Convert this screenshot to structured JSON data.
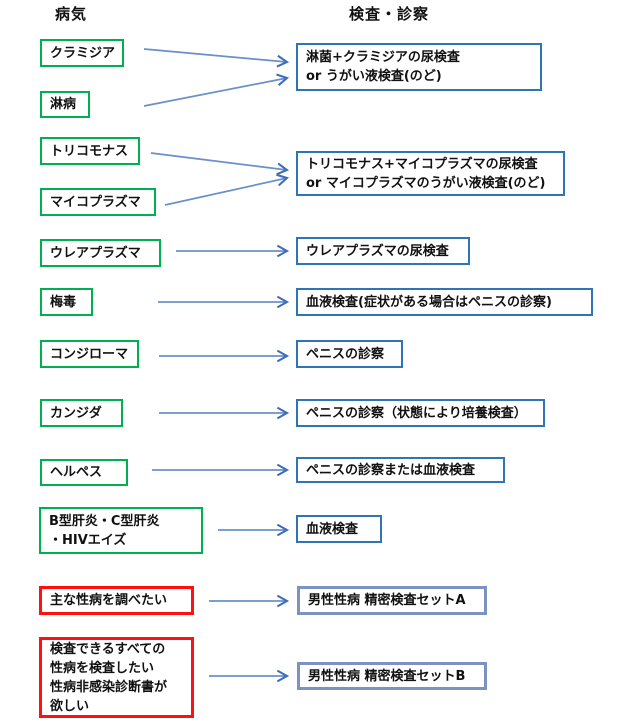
{
  "headers": {
    "disease": "病気",
    "examination": "検査・診察"
  },
  "colors": {
    "green_border": "#00B050",
    "blue_border": "#2E75B6",
    "steel_border": "#7B93C0",
    "red_border": "#FF1111",
    "arrow_line": "#6B8FC9",
    "arrow_head": "#3E6CB8"
  },
  "left_boxes": [
    {
      "label": "クラミジア",
      "style": "green"
    },
    {
      "label": "淋病",
      "style": "green"
    },
    {
      "label": "トリコモナス",
      "style": "green"
    },
    {
      "label": "マイコプラズマ",
      "style": "green"
    },
    {
      "label": "ウレアプラズマ",
      "style": "green"
    },
    {
      "label": "梅毒",
      "style": "green"
    },
    {
      "label": "コンジローマ",
      "style": "green"
    },
    {
      "label": "カンジダ",
      "style": "green"
    },
    {
      "label": "ヘルペス",
      "style": "green"
    },
    {
      "label": "B型肝炎・C型肝炎\n・HIVエイズ",
      "style": "green"
    },
    {
      "label": "主な性病を調べたい",
      "style": "red"
    },
    {
      "label": "検査できるすべての\n性病を検査したい\n性病非感染診断書が\n欲しい",
      "style": "red"
    }
  ],
  "right_boxes": [
    {
      "label": "淋菌+クラミジアの尿検査\nor うがい液検査(のど)",
      "style": "blue"
    },
    {
      "label": "トリコモナス+マイコプラズマの尿検査\nor マイコプラズマのうがい液検査(のど)",
      "style": "blue"
    },
    {
      "label": "ウレアプラズマの尿検査",
      "style": "blue"
    },
    {
      "label": "血液検査(症状がある場合はペニスの診察)",
      "style": "blue"
    },
    {
      "label": "ペニスの診察",
      "style": "blue"
    },
    {
      "label": "ペニスの診察（状態により培養検査）",
      "style": "blue"
    },
    {
      "label": "ペニスの診察または血液検査",
      "style": "blue"
    },
    {
      "label": "血液検査",
      "style": "blue"
    },
    {
      "label": "男性性病 精密検査セットA",
      "style": "steel"
    },
    {
      "label": "男性性病 精密検査セットB",
      "style": "steel"
    }
  ]
}
